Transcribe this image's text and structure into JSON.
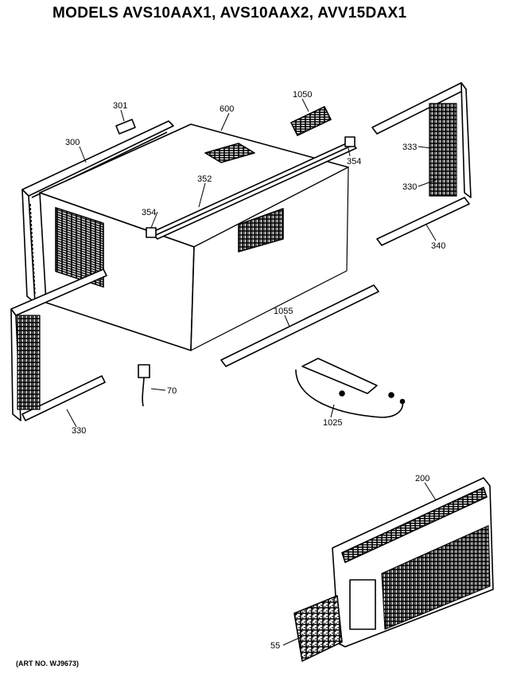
{
  "title": "MODELS AVS10AAX1, AVS10AAX2, AVV15DAX1",
  "art_number": "(ART NO. WJ9673)",
  "parts": [
    {
      "id": "p301",
      "label": "301"
    },
    {
      "id": "p300",
      "label": "300"
    },
    {
      "id": "p600",
      "label": "600"
    },
    {
      "id": "p1050",
      "label": "1050"
    },
    {
      "id": "p354a",
      "label": "354"
    },
    {
      "id": "p352",
      "label": "352"
    },
    {
      "id": "p354b",
      "label": "354"
    },
    {
      "id": "p333",
      "label": "333"
    },
    {
      "id": "p330a",
      "label": "330"
    },
    {
      "id": "p340",
      "label": "340"
    },
    {
      "id": "p1055",
      "label": "1055"
    },
    {
      "id": "p70",
      "label": "70"
    },
    {
      "id": "p330b",
      "label": "330"
    },
    {
      "id": "p1025",
      "label": "1025"
    },
    {
      "id": "p200",
      "label": "200"
    },
    {
      "id": "p55",
      "label": "55"
    }
  ]
}
